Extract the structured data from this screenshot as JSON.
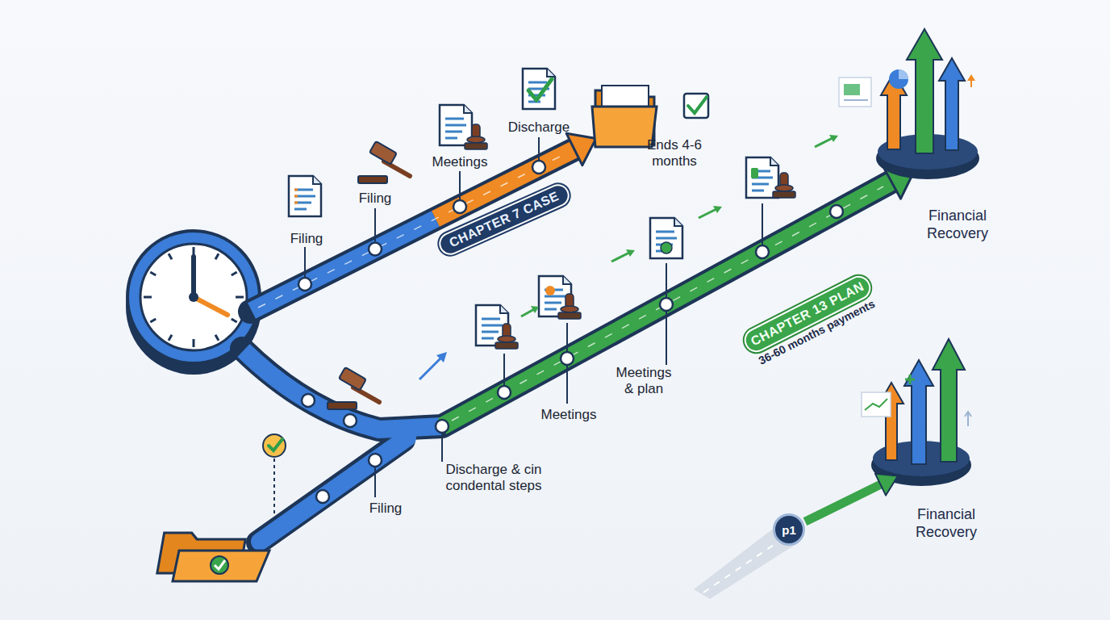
{
  "diagram": {
    "nodes": [
      {
        "text": [
          "CHAPTER 7 CASE"
        ]
      },
      {
        "text": [
          "Financial Recovery"
        ]
      },
      {
        "text": [
          "CHAPTER 13 PLAN",
          "36-60 months payments"
        ]
      },
      {
        "text": [
          "Financial Recovery"
        ]
      },
      {
        "text": [
          "p1"
        ]
      }
    ],
    "edges": [
      {
        "from": 4,
        "to": 3,
        "arrow": "to"
      }
    ],
    "labels": [
      "Filing",
      "Filing",
      "Meetings",
      "Discharge",
      "Ends 4-6 months",
      "Meetings & plan",
      "Meetings",
      "Discharge & cin condental steps",
      "Filing"
    ]
  }
}
